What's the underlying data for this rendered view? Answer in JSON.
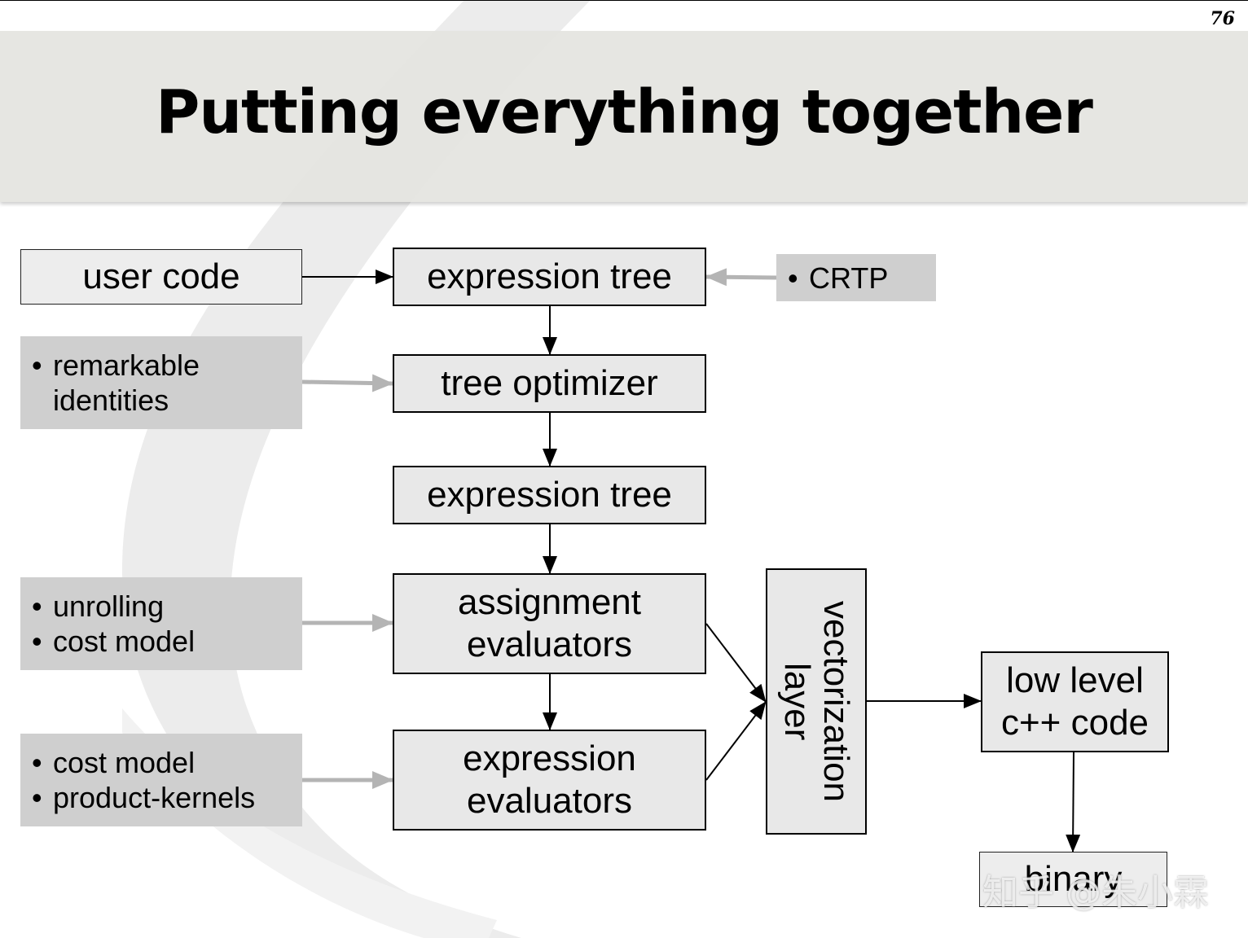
{
  "slide": {
    "title": "Putting everything together",
    "page_number": "76"
  },
  "diagram": {
    "boxes": {
      "user_code": "user code",
      "expression_tree_1": "expression tree",
      "tree_optimizer": "tree optimizer",
      "expression_tree_2": "expression tree",
      "assignment_evaluators": "assignment\nevaluators",
      "expression_evaluators": "expression\nevaluators",
      "vectorization_layer": "vectorization\nlayer",
      "low_level_code": "low level\nc++ code",
      "binary": "binary"
    },
    "notes": {
      "crtp": [
        "CRTP"
      ],
      "identities": [
        "remarkable\nidentities"
      ],
      "unrolling": [
        "unrolling",
        "cost model"
      ],
      "kernels": [
        "cost model",
        "product-kernels"
      ]
    },
    "colors": {
      "box_fill": "#e8e8e8",
      "note_fill": "#cfcfcf",
      "arrow_main": "#000000",
      "arrow_note": "#b4b4b4",
      "header_band": "#e4e4e0"
    }
  },
  "watermark": "知乎 @朱小霖"
}
